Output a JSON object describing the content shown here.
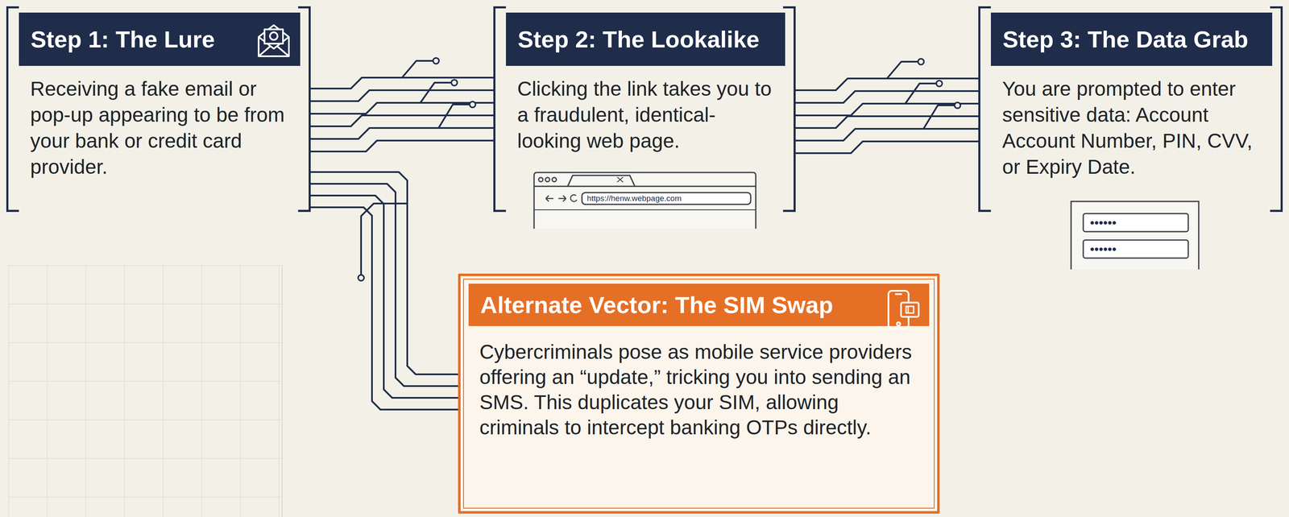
{
  "diagram": {
    "nodes": [
      {
        "text": [
          "Step 1: The Lure",
          "Receiving a fake email or pop-up appearing to be from your bank or credit card provider."
        ]
      },
      {
        "text": [
          "Step 2: The Lookalike",
          "Clicking the link takes you to a fraudulent, identical-looking web page."
        ]
      },
      {
        "text": [
          "Step 3: The Data Grab",
          "You are prompted to enter sensitive data: Account Account Number, PIN, CVV, or Expiry Date."
        ]
      },
      {
        "text": [
          "Alternate Vector: The SIM Swap",
          "Cybercriminals pose as mobile service providers offering an “update,” tricking you into sending an SMS. This duplicates your SIM, allowing criminals to intercept banking OTPs directly."
        ]
      }
    ],
    "edges": [
      {
        "from": 0,
        "to": 1,
        "arrow": "none"
      },
      {
        "from": 1,
        "to": 2,
        "arrow": "none"
      },
      {
        "from": 0,
        "to": 3,
        "arrow": "none"
      }
    ],
    "labels": [
      "https://henw.webpage.com",
      "••••••",
      "••••••"
    ]
  }
}
